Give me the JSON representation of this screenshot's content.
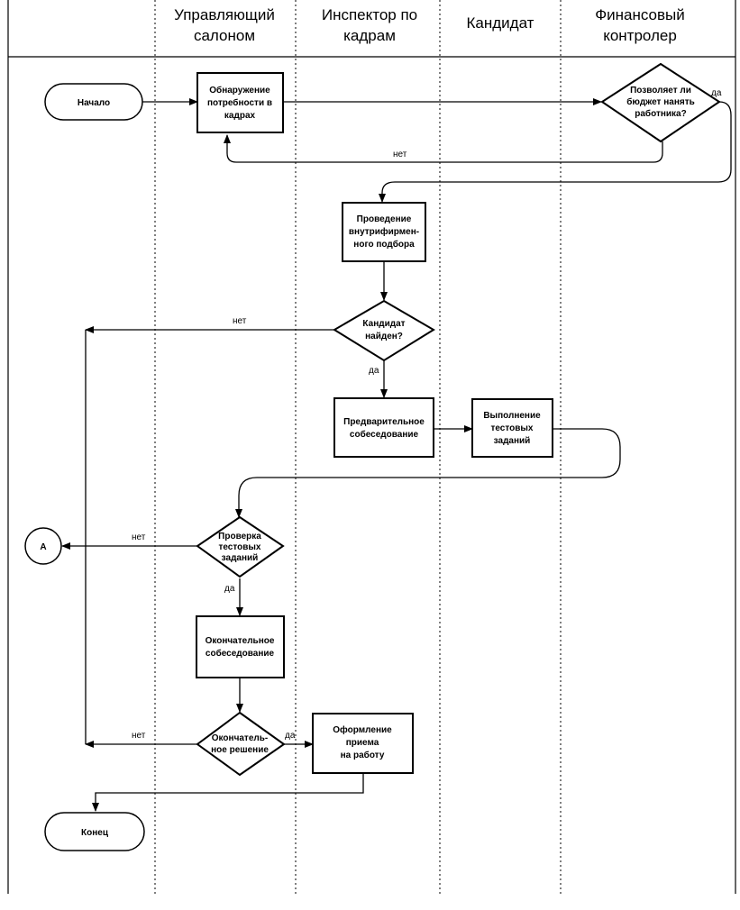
{
  "lanes": [
    {
      "id": "manager",
      "lines": [
        "Управляющий",
        "салоном"
      ]
    },
    {
      "id": "hr",
      "lines": [
        "Инспектор по",
        "кадрам"
      ]
    },
    {
      "id": "candidate",
      "lines": [
        "Кандидат"
      ]
    },
    {
      "id": "finance",
      "lines": [
        "Финансовый",
        "контролер"
      ]
    }
  ],
  "nodes": [
    {
      "id": "start",
      "type": "terminal",
      "lines": [
        "Начало"
      ]
    },
    {
      "id": "need",
      "type": "process",
      "lines": [
        "Обнаружение",
        "потребности в",
        "кадрах"
      ]
    },
    {
      "id": "budget",
      "type": "decision",
      "lines": [
        "Позволяет ли",
        "бюджет нанять",
        "работника?"
      ]
    },
    {
      "id": "internal",
      "type": "process",
      "lines": [
        "Проведение",
        "внутрифирмен-",
        "ного подбора"
      ]
    },
    {
      "id": "found",
      "type": "decision",
      "lines": [
        "Кандидат",
        "найден?"
      ]
    },
    {
      "id": "prelim",
      "type": "process",
      "lines": [
        "Предварительное",
        "собеседование"
      ]
    },
    {
      "id": "tests",
      "type": "process",
      "lines": [
        "Выполнение",
        "тестовых",
        "заданий"
      ]
    },
    {
      "id": "check",
      "type": "decision",
      "lines": [
        "Проверка",
        "тестовых",
        "заданий"
      ]
    },
    {
      "id": "final_interview",
      "type": "process",
      "lines": [
        "Окончательное",
        "собеседование"
      ]
    },
    {
      "id": "final_decision",
      "type": "decision",
      "lines": [
        "Окончатель-",
        "ное решение"
      ]
    },
    {
      "id": "hire",
      "type": "process",
      "lines": [
        "Оформление",
        "приема",
        "на работу"
      ]
    },
    {
      "id": "end",
      "type": "terminal",
      "lines": [
        "Конец"
      ]
    },
    {
      "id": "connector_a",
      "type": "connector",
      "lines": [
        "A"
      ]
    }
  ],
  "edges": [
    {
      "id": "start-need",
      "label": ""
    },
    {
      "id": "need-budget",
      "label": ""
    },
    {
      "id": "budget-need",
      "label": "нет"
    },
    {
      "id": "budget-internal",
      "label": "да"
    },
    {
      "id": "internal-found",
      "label": ""
    },
    {
      "id": "found-left",
      "label": "нет"
    },
    {
      "id": "found-prelim",
      "label": "да"
    },
    {
      "id": "prelim-tests",
      "label": ""
    },
    {
      "id": "tests-check",
      "label": ""
    },
    {
      "id": "check-a",
      "label": "нет"
    },
    {
      "id": "check-final",
      "label": "да"
    },
    {
      "id": "final-decision",
      "label": ""
    },
    {
      "id": "decision-left",
      "label": "нет"
    },
    {
      "id": "decision-hire",
      "label": "да"
    },
    {
      "id": "hire-end",
      "label": ""
    }
  ]
}
